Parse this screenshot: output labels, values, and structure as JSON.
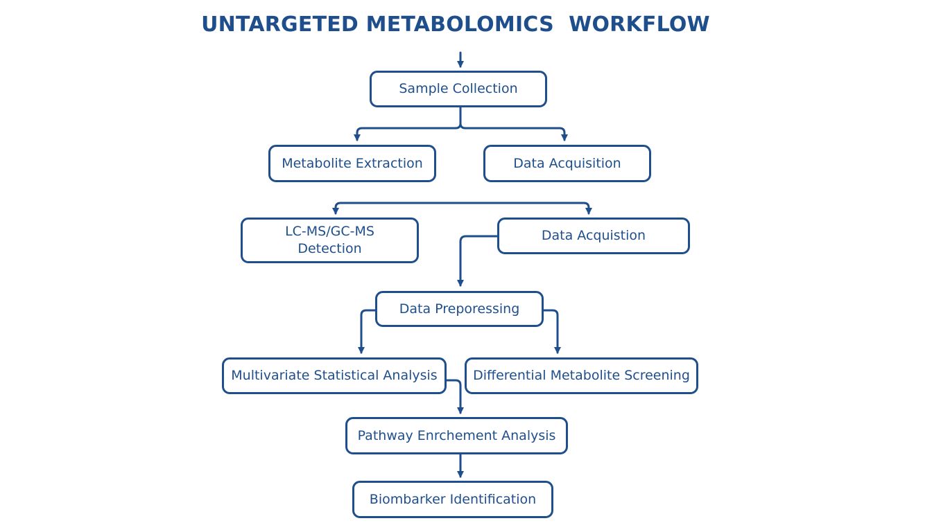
{
  "title": "UNTARGETED METABOLOMICS  WORKFLOW",
  "colors": {
    "accent": "#1f4e8c",
    "background": "#ffffff"
  },
  "nodes": {
    "sample_collection": "Sample Collection",
    "metabolite_extraction": "Metabolite Extraction",
    "data_acquisition": "Data Acquisition",
    "lcms_detection": "LC-MS/GC-MS\nDetection",
    "data_acquistion": "Data Acquistion",
    "data_preporessing": "Data Preporessing",
    "multivariate_analysis": "Multivariate Statistical Analysis",
    "differential_screening": "Differential Metabolite Screening",
    "pathway_enrichment": "Pathway Enrchement Analysis",
    "biomarker_identification": "Biombarker Identification"
  }
}
